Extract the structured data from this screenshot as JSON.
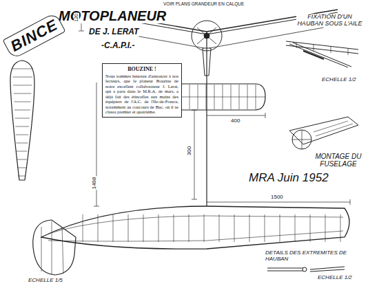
{
  "diagram": {
    "title": "MOTOPLANEUR",
    "nodes": [
      {
        "text": [
          "BINCE"
        ]
      },
      {
        "text": [
          "BOUZINE !",
          "Nous sommes heureux d'annoncer à nos lecteurs, que le planeur Bouzine de notre excellent collaborateur J. Lerat, qui a paru dans le M.R.A. de mars, a déjà fait des étincelles aux mains des équipiers de l'A.C. de l'Ile-de-France, notamment au concours de Buc, où il se classa premier et quatrième."
        ]
      }
    ],
    "labels": [
      "DE J. LERAT",
      "-C.A.P.I.-",
      "VOIR PLANS GRANDEUR EN CALQUE",
      "120",
      "FIXATION D'UN HAUBAN SOUS L'AILE",
      "ECHELLE 1/2",
      "400",
      "MONTAGE DU FUSELAGE",
      "300",
      "1498",
      "1500",
      "MRA Juin 1952",
      "ECHELLE 1/5",
      "DETAILS DES EXTREMITES DE HAUBAN",
      "ECHELLE 1/2"
    ]
  }
}
